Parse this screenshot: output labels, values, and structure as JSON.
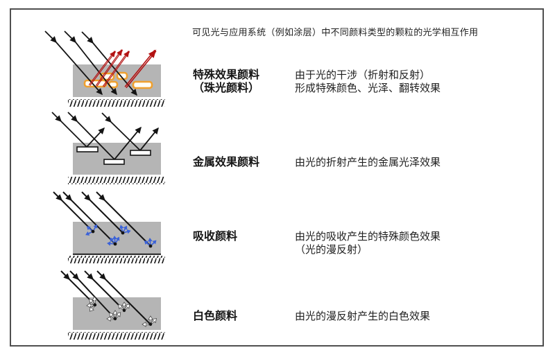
{
  "title": "可见光与应用系统（例如涂层）中不同颜料类型的颗粒的光学相互作用",
  "rows": [
    {
      "diagram_type": "pearlescent-effect-diagram",
      "label": [
        "特殊效果颜料",
        "（珠光颜料）"
      ],
      "description": [
        "由于光的干涉（折射和反射）",
        "形成特殊颜色、光泽、翻转效果"
      ]
    },
    {
      "diagram_type": "metallic-effect-diagram",
      "label": [
        "金属效果颜料"
      ],
      "description": [
        "由光的折射产生的金属光泽效果"
      ]
    },
    {
      "diagram_type": "absorption-diagram",
      "label": [
        "吸收颜料"
      ],
      "description": [
        "由光的吸收产生的特殊颜色效果",
        "（光的漫反射）"
      ]
    },
    {
      "diagram_type": "white-pigment-diagram",
      "label": [
        "白色颜料"
      ],
      "description": [
        "由光的漫反射产生的白色效果"
      ]
    }
  ],
  "colors": {
    "coating_gray": "#b5b5b5",
    "incident_ray_black": "#141414",
    "reflected_ray_red": "#b31212",
    "platelet_orange": "#efa02f",
    "scatter_blue": "#3b62d8",
    "scatter_white": "#ffffff",
    "frame_border": "#4f4f4f"
  }
}
